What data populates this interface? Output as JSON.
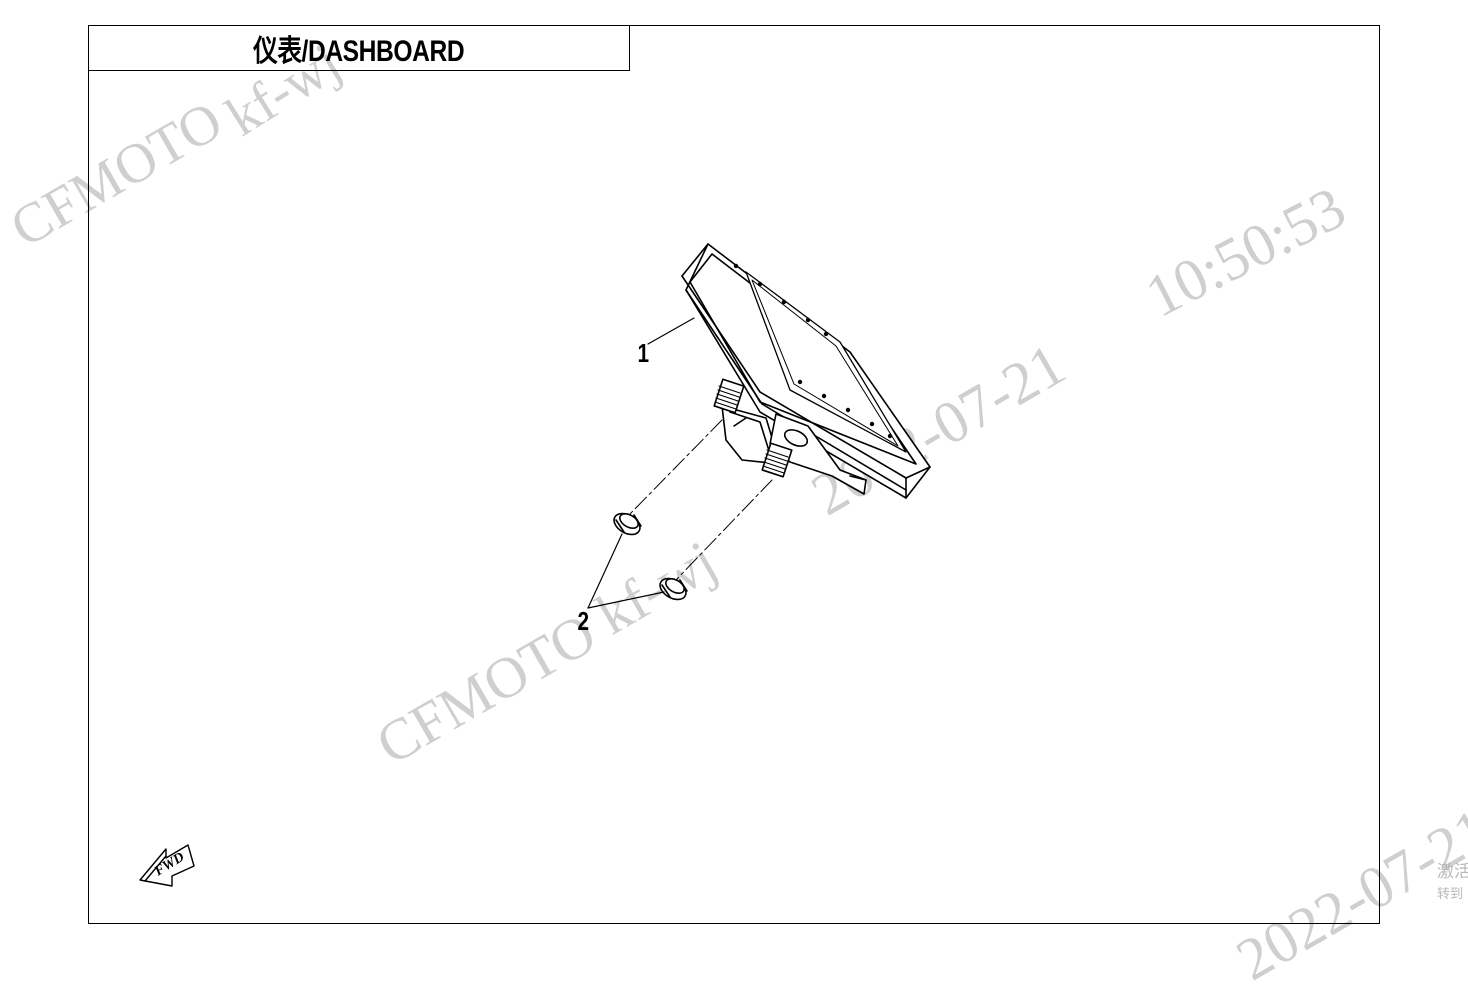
{
  "title": "仪表/DASHBOARD",
  "callouts": {
    "part1": "1",
    "part2": "2"
  },
  "fwd_label": "FWD",
  "watermarks": {
    "brand": "CFMOTO",
    "user": "kf-wj",
    "date": "2022-07-21",
    "time": "10:50:53"
  },
  "system_text": {
    "line1": "激活",
    "line2": "转到"
  },
  "colors": {
    "line": "#000000",
    "watermark": "#cfcfcf"
  }
}
